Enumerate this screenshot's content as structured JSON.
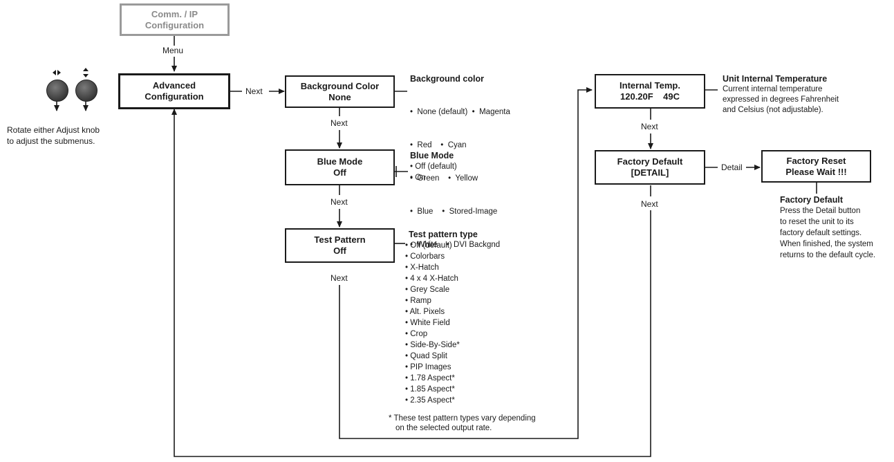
{
  "boxes": {
    "comm_ip": [
      "Comm. / IP",
      "Configuration"
    ],
    "advanced": [
      "Advanced",
      "Configuration"
    ],
    "background_color": [
      "Background Color",
      "None"
    ],
    "blue_mode": [
      "Blue Mode",
      "Off"
    ],
    "test_pattern": [
      "Test Pattern",
      "Off"
    ],
    "internal_temp": [
      "Internal Temp.",
      "120.20F    49C"
    ],
    "factory_default": [
      "Factory Default",
      "[DETAIL]"
    ],
    "factory_reset": [
      "Factory Reset",
      "Please Wait !!!"
    ]
  },
  "labels": {
    "menu": "Menu",
    "next_advanced": "Next",
    "next_bg": "Next",
    "next_blue": "Next",
    "next_test": "Next",
    "next_temp": "Next",
    "next_factory": "Next",
    "detail": "Detail"
  },
  "knob_caption": [
    "Rotate either Adjust knob",
    "to adjust the submenus."
  ],
  "background_color_note": {
    "heading": "Background color",
    "items": [
      "•  None (default)  •  Magenta",
      "•  Red    •  Cyan",
      "•  Green    •  Yellow",
      "•  Blue    •  Stored-Image",
      "•  White    •  DVI Backgnd"
    ]
  },
  "blue_mode_note": {
    "heading": "Blue Mode",
    "items": [
      "• Off (default)",
      "• On"
    ]
  },
  "test_pattern_note": {
    "heading": "Test pattern type",
    "items": [
      "• Off (default)",
      "• Colorbars",
      "• X-Hatch",
      "• 4 x 4 X-Hatch",
      "• Grey Scale",
      "• Ramp",
      "• Alt. Pixels",
      "• White Field",
      "• Crop",
      "• Side-By-Side*",
      "• Quad Split",
      "• PIP Images",
      "• 1.78 Aspect*",
      "• 1.85 Aspect*",
      "• 2.35 Aspect*"
    ],
    "footnote": [
      "*  These test pattern types vary depending",
      "on the selected output rate."
    ]
  },
  "temperature_note": {
    "heading": "Unit Internal Temperature",
    "lines": [
      "Current internal temperature",
      "expressed in degrees Fahrenheit",
      "and Celsius (not adjustable)."
    ]
  },
  "factory_note": {
    "heading": "Factory Default",
    "lines": [
      "Press the Detail button",
      "to reset the unit to its",
      "factory default settings.",
      "When finished, the system",
      "returns to the default cycle."
    ]
  }
}
